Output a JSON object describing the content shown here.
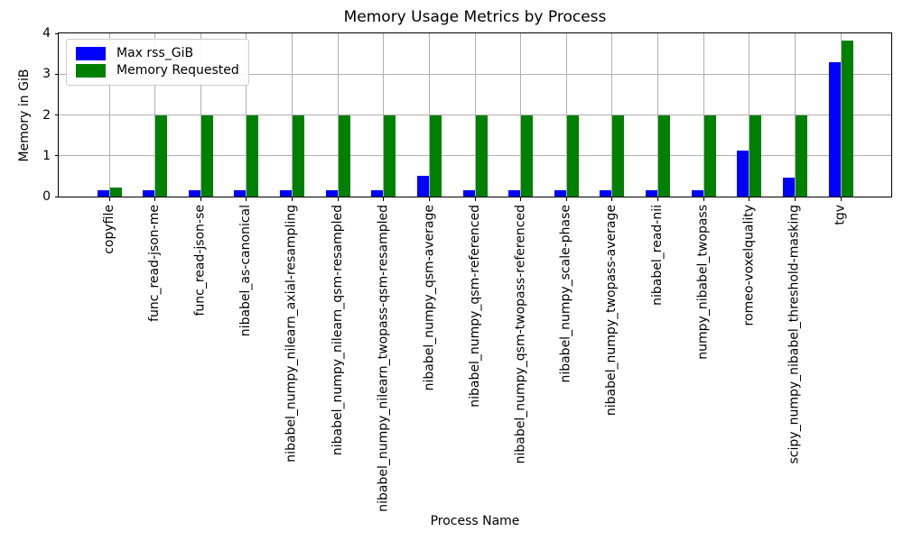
{
  "chart_data": {
    "type": "bar",
    "title": "Memory Usage Metrics by Process",
    "xlabel": "Process Name",
    "ylabel": "Memory in GiB",
    "ylim": [
      0,
      4
    ],
    "yticks": [
      0,
      1,
      2,
      3,
      4
    ],
    "grid": true,
    "grid_color": "#b0b0b0",
    "legend_position": "upper left",
    "categories": [
      "copyfile",
      "func_read-json-me",
      "func_read-json-se",
      "nibabel_as-canonical",
      "nibabel_numpy_nilearn_axial-resampling",
      "nibabel_numpy_nilearn_qsm-resampled",
      "nibabel_numpy_nilearn_twopass-qsm-resampled",
      "nibabel_numpy_qsm-average",
      "nibabel_numpy_qsm-referenced",
      "nibabel_numpy_qsm-twopass-referenced",
      "nibabel_numpy_scale-phase",
      "nibabel_numpy_twopass-average",
      "nibabel_read-nii",
      "numpy_nibabel_twopass",
      "romeo-voxelquality",
      "scipy_numpy_nibabel_threshold-masking",
      "tgv"
    ],
    "series": [
      {
        "name": "Max rss_GiB",
        "color": "#0000ff",
        "values": [
          0.16,
          0.15,
          0.15,
          0.16,
          0.16,
          0.16,
          0.16,
          0.51,
          0.16,
          0.16,
          0.16,
          0.16,
          0.16,
          0.15,
          1.13,
          0.46,
          3.3
        ]
      },
      {
        "name": "Memory Requested",
        "color": "#008000",
        "values": [
          0.21,
          2,
          2,
          2,
          2,
          2,
          2,
          2,
          2,
          2,
          2,
          2,
          2,
          2,
          2,
          2,
          3.82
        ]
      }
    ]
  }
}
